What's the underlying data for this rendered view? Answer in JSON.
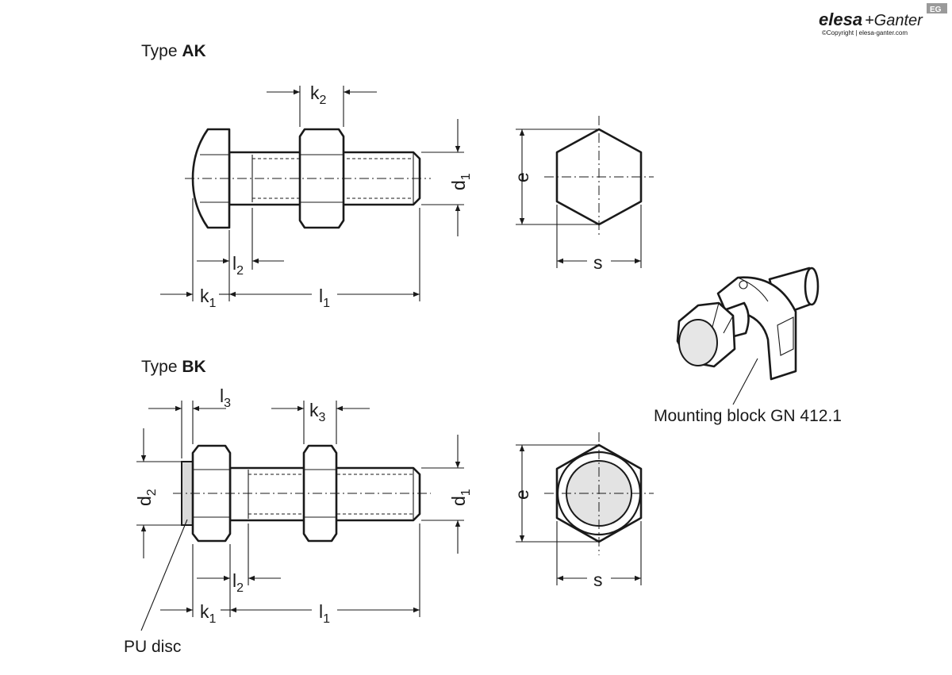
{
  "brand": {
    "name_part1": "elesa",
    "name_part2": "+Ganter",
    "badge": "EG",
    "copyright": "©Copyright | elesa-ganter.com"
  },
  "type_ak": {
    "label_prefix": "Type ",
    "label_bold": "AK"
  },
  "type_bk": {
    "label_prefix": "Type ",
    "label_bold": "BK"
  },
  "dims": {
    "k": "k",
    "l": "l",
    "d": "d",
    "e": "e",
    "s": "s",
    "sub_1": "1",
    "sub_2": "2",
    "sub_3": "3"
  },
  "callouts": {
    "mounting_block": "Mounting block GN 412.1",
    "pu_disc": "PU disc"
  },
  "colors": {
    "line": "#1a1a1a",
    "pu_disc_fill": "#d9d9d9",
    "brand_grey": "#8a8a8a"
  }
}
